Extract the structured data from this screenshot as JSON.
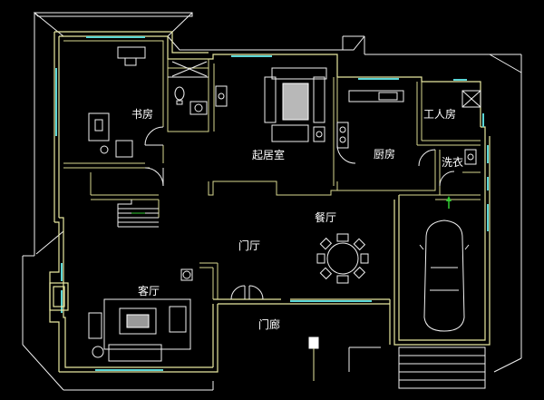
{
  "plan": {
    "rooms": [
      {
        "key": "study",
        "label": "书房"
      },
      {
        "key": "living_room",
        "label": "起居室"
      },
      {
        "key": "kitchen",
        "label": "厨房"
      },
      {
        "key": "servant_room",
        "label": "工人房"
      },
      {
        "key": "laundry",
        "label": "洗衣"
      },
      {
        "key": "dining",
        "label": "餐厅"
      },
      {
        "key": "foyer",
        "label": "门厅"
      },
      {
        "key": "guest_living",
        "label": "客厅"
      },
      {
        "key": "porch",
        "label": "门廊"
      }
    ]
  },
  "colors": {
    "background": "#000000",
    "walls": "#e8e8a0",
    "furniture": "#f0f0f0",
    "windows": "#5ad6d6",
    "markers": "#33cc33"
  }
}
